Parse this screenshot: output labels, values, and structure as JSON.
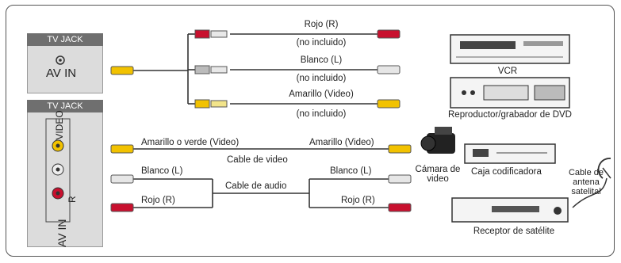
{
  "top_panel": {
    "tag": "TV JACK",
    "jack_label": "AV IN"
  },
  "bottom_panel": {
    "tag": "TV JACK",
    "vertical_video": "L–VIDEO",
    "vertical_r": "R",
    "vertical_avin": "AV IN"
  },
  "rca_top": {
    "red_label": "Rojo (R)",
    "red_note": "(no incluido)",
    "white_label": "Blanco (L)",
    "white_note": "(no incluido)",
    "yellow_label": "Amarillo (Video)",
    "yellow_note": "(no incluido)"
  },
  "cables_bottom": {
    "video_left": "Amarillo o verde (Video)",
    "video_right": "Amarillo (Video)",
    "video_caption": "Cable de video",
    "white_left": "Blanco (L)",
    "white_right": "Blanco (L)",
    "audio_caption": "Cable de audio",
    "red_left": "Rojo (R)",
    "red_right": "Rojo (R)"
  },
  "devices": {
    "vcr": "VCR",
    "dvd": "Reproductor/grabador de DVD",
    "camera": "Cámara de video",
    "cable_box": "Caja codificadora",
    "antenna_cable": "Cable de antena satelital",
    "satellite": "Receptor de satélite"
  },
  "colors": {
    "red": "#c8102e",
    "white": "#e6e6e6",
    "yellow": "#f2c200",
    "line": "#333333",
    "panel": "#dcdcdc",
    "tag": "#6f6f6f"
  }
}
